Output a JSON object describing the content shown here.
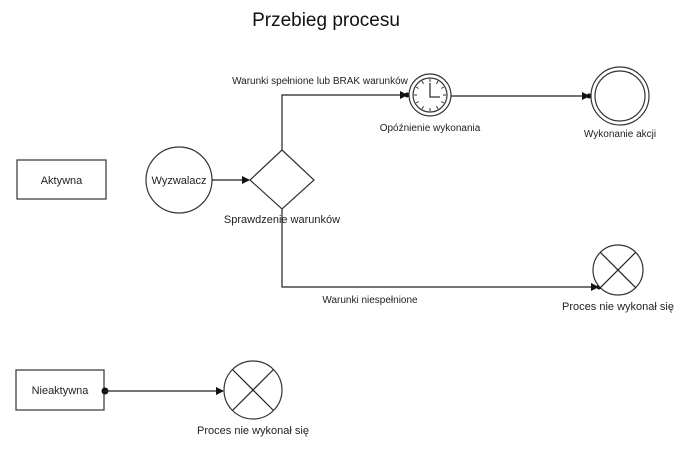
{
  "title": "Przebieg procesu",
  "nodes": {
    "active_state": "Aktywna",
    "inactive_state": "Nieaktywna",
    "trigger": "Wyzwalacz",
    "condition_check": "Sprawdzenie warunków",
    "delay": "Opóźnienie wykonania",
    "action_end": "Wykonanie akcji",
    "not_executed_top": "Proces nie wykonał się",
    "not_executed_bottom": "Proces nie wykonał się"
  },
  "edges": {
    "conditions_met": "Warunki spełnione lub BRAK warunków",
    "conditions_not_met": "Warunki niespełnione"
  }
}
